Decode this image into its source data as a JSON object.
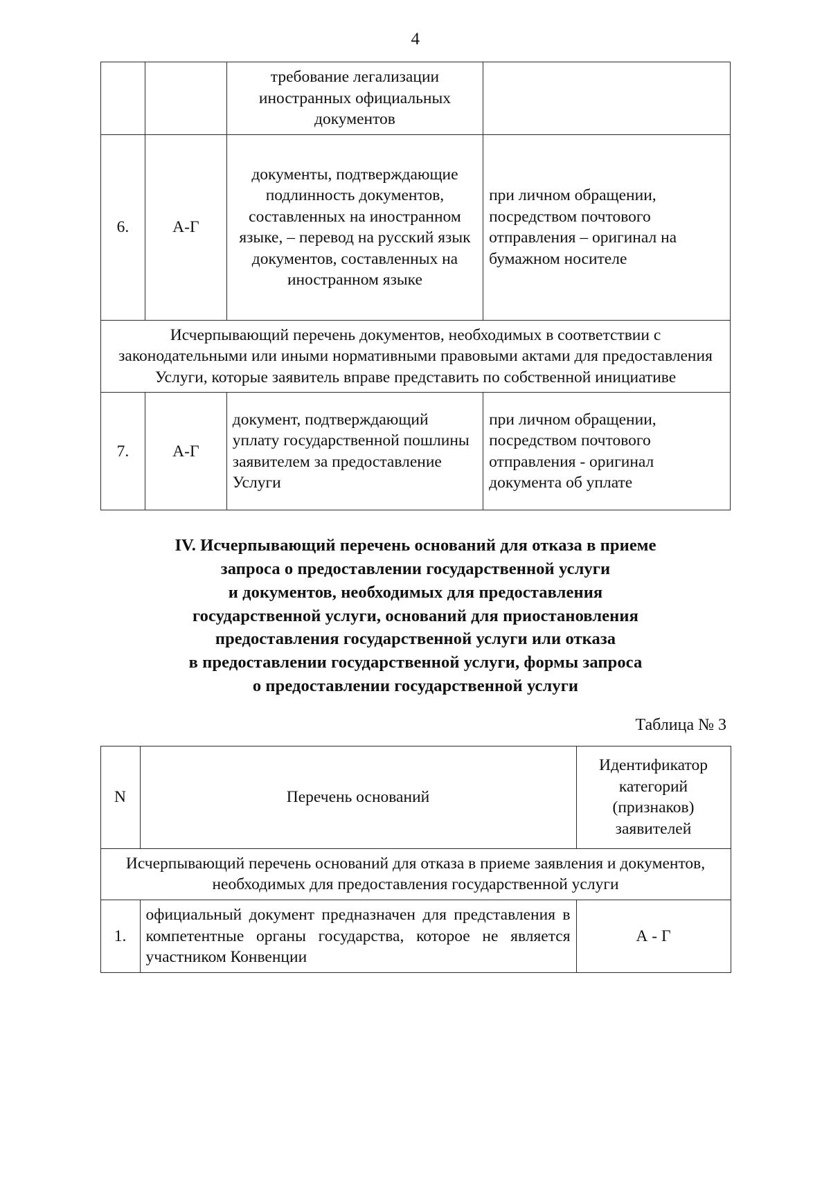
{
  "page": {
    "number": "4"
  },
  "table2": {
    "rows": [
      {
        "n": "",
        "identifier": "",
        "document": "требование легализации иностранных официальных документов",
        "form": ""
      },
      {
        "n": "6.",
        "identifier": "А-Г",
        "document": "документы, подтверждающие подлинность документов, составленных на иностранном языке, – перевод на русский язык документов, составленных на иностранном языке",
        "form": "при личном обращении, посредством почтового отправления – оригинал на бумажном носителе"
      }
    ],
    "merged_note": "Исчерпывающий перечень документов, необходимых в соответствии с законодательными или иными нормативными правовыми актами для предоставления Услуги, которые заявитель вправе представить по собственной инициативе",
    "row7": {
      "n": "7.",
      "identifier": "А-Г",
      "document": "документ, подтверждающий уплату государственной пошлины заявителем за предоставление Услуги",
      "form": "при личном обращении, посредством почтового отправления - оригинал документа об уплате"
    }
  },
  "section": {
    "lines": [
      "IV. Исчерпывающий перечень оснований для отказа в приеме",
      "запроса о предоставлении государственной услуги",
      "и документов, необходимых для предоставления",
      "государственной услуги, оснований для приостановления",
      "предоставления государственной услуги или отказа",
      "в предоставлении государственной услуги, формы запроса",
      "о предоставлении государственной услуги"
    ]
  },
  "table3": {
    "caption": "Таблица № 3",
    "headers": {
      "n": "N",
      "list": "Перечень оснований",
      "identifier": "Идентификатор категорий (признаков) заявителей"
    },
    "merged_note": "Исчерпывающий перечень оснований для отказа в приеме заявления и документов, необходимых для предоставления государственной услуги",
    "rows": [
      {
        "n": "1.",
        "list": "официальный документ предназначен для представления в компетентные органы государства, которое не является участником Конвенции",
        "identifier": "А - Г"
      }
    ]
  }
}
